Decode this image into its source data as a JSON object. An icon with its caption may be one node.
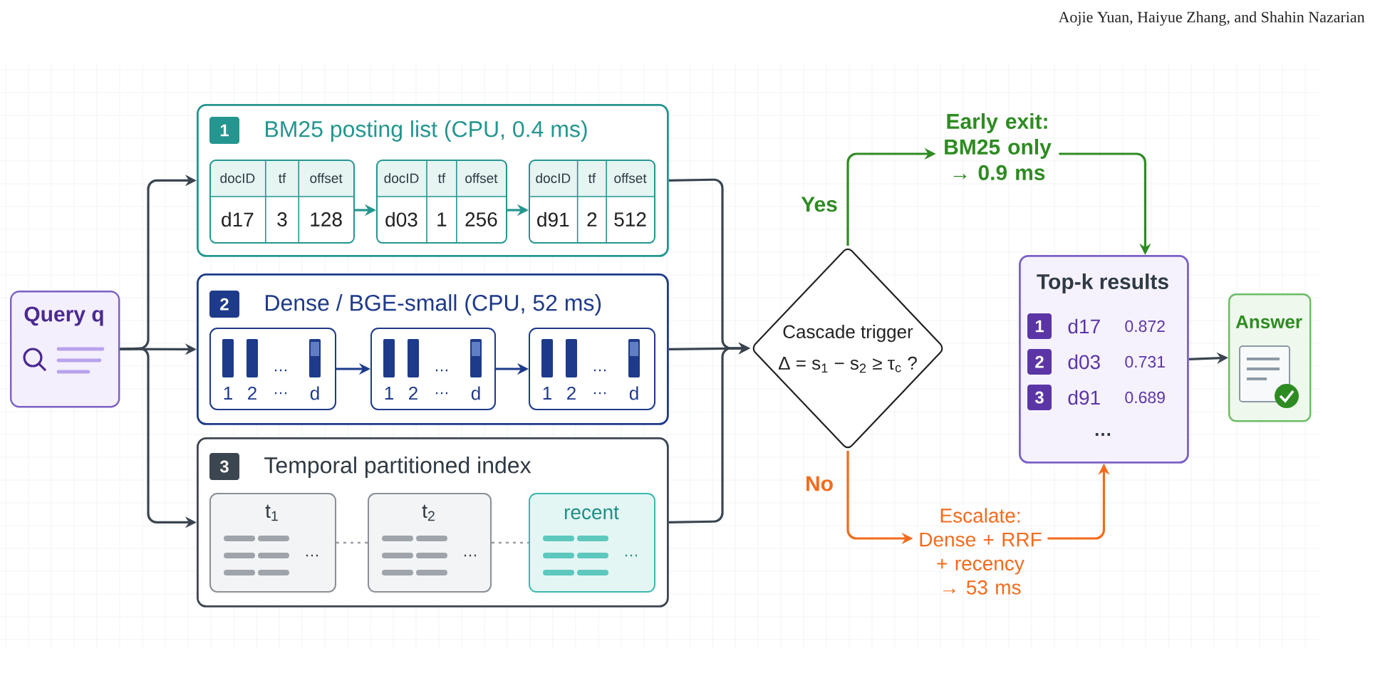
{
  "diagram": {
    "nodes": [
      {
        "text": [
          "Query q"
        ]
      },
      {
        "text": [
          "1",
          "BM25 posting list (CPU, 0.4 ms)"
        ]
      },
      {
        "text": [
          "docID",
          "tf",
          "offset",
          "d17",
          "3",
          "128"
        ],
        "in": 1
      },
      {
        "text": [
          "docID",
          "tf",
          "offset",
          "d03",
          "1",
          "256"
        ],
        "in": 1
      },
      {
        "text": [
          "docID",
          "tf",
          "offset",
          "d91",
          "2",
          "512"
        ],
        "in": 1
      },
      {
        "text": [
          "2",
          "Dense / BGE-small (CPU, 52 ms)"
        ]
      },
      {
        "text": [
          "…",
          "1",
          "2",
          "…",
          "d"
        ],
        "in": 5
      },
      {
        "text": [
          "…",
          "1",
          "2",
          "…",
          "d"
        ],
        "in": 5
      },
      {
        "text": [
          "…",
          "1",
          "2",
          "…",
          "d"
        ],
        "in": 5
      },
      {
        "text": [
          "3",
          "Temporal partitioned index"
        ]
      },
      {
        "text": [
          "t$_{1}$",
          "…"
        ],
        "in": 9
      },
      {
        "text": [
          "t$_{2}$",
          "…"
        ],
        "in": 9
      },
      {
        "text": [
          "recent",
          "…"
        ],
        "in": 9
      },
      {
        "text": [
          "Cascade trigger",
          "Δ = s$_{1}$ − s$_{2}$ ≥ τ$_{c}$ ?"
        ]
      },
      {
        "text": [
          "Early exit:",
          "BM25 only",
          "→ 0.9 ms"
        ]
      },
      {
        "text": [
          "Escalate:",
          "Dense + RRF + recency",
          "→ 53 ms"
        ]
      },
      {
        "text": [
          "Top-k results",
          "…"
        ]
      },
      {
        "text": [
          "1",
          "d17",
          "0.872"
        ],
        "in": 16
      },
      {
        "text": [
          "2",
          "d03",
          "0.731"
        ],
        "in": 16
      },
      {
        "text": [
          "3",
          "d91",
          "0.689"
        ],
        "in": 16
      },
      {
        "text": [
          "Answer"
        ]
      }
    ],
    "edges": [
      {
        "from": 0,
        "to": 1,
        "arrow": "to"
      },
      {
        "from": 0,
        "to": 5,
        "arrow": "to"
      },
      {
        "from": 0,
        "to": 9,
        "arrow": "to"
      },
      {
        "from": 2,
        "to": 3,
        "arrow": "to",
        "color": "#24968f"
      },
      {
        "from": 3,
        "to": 4,
        "arrow": "to",
        "color": "#24968f"
      },
      {
        "from": 6,
        "to": 7,
        "arrow": "to",
        "color": "#1e3a8a"
      },
      {
        "from": 7,
        "to": 8,
        "arrow": "to",
        "color": "#1e3a8a"
      },
      {
        "from": 10,
        "to": 11,
        "arrow": "none",
        "style": "dashed",
        "color": "#9aa0a6"
      },
      {
        "from": 11,
        "to": 12,
        "arrow": "none",
        "style": "dashed",
        "color": "#9aa0a6"
      },
      {
        "from": 1,
        "to": 13,
        "arrow": "to"
      },
      {
        "from": 5,
        "to": 13,
        "arrow": "to"
      },
      {
        "from": 9,
        "to": 13,
        "arrow": "to"
      },
      {
        "from": 13,
        "to": 14,
        "label": "Yes",
        "arrow": "to",
        "color": "#2e8b22"
      },
      {
        "from": 14,
        "to": 16,
        "arrow": "to",
        "color": "#2e8b22"
      },
      {
        "from": 13,
        "to": 15,
        "label": "No",
        "arrow": "to",
        "color": "#f26b1d"
      },
      {
        "from": 15,
        "to": 16,
        "arrow": "to",
        "color": "#f26b1d"
      },
      {
        "from": 16,
        "to": 20,
        "arrow": "to"
      }
    ],
    "labels": [
      "Aojie Yuan, Haiyue Zhang, and Shahin Nazarian"
    ]
  }
}
